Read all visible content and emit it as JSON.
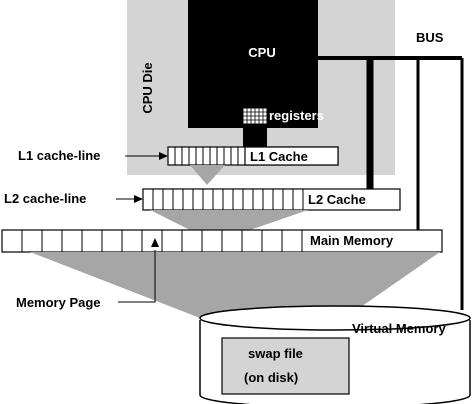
{
  "labels": {
    "cpu": "CPU",
    "cpu_die": "CPU Die",
    "bus": "BUS",
    "registers": "registers",
    "l1_cache": "L1 Cache",
    "l1_cache_line": "L1 cache-line",
    "l2_cache": "L2 Cache",
    "l2_cache_line": "L2 cache-line",
    "main_memory": "Main Memory",
    "memory_page": "Memory Page",
    "virtual_memory": "Virtual Memory",
    "swap_file_line1": "swap file",
    "swap_file_line2": "(on disk)"
  },
  "colors": {
    "cpu_die_fill": "#d4d4d4",
    "cpu_fill": "#000000",
    "funnel_fill": "#a6a6a6",
    "swap_fill": "#d4d4d4",
    "background": "#ffffff"
  }
}
